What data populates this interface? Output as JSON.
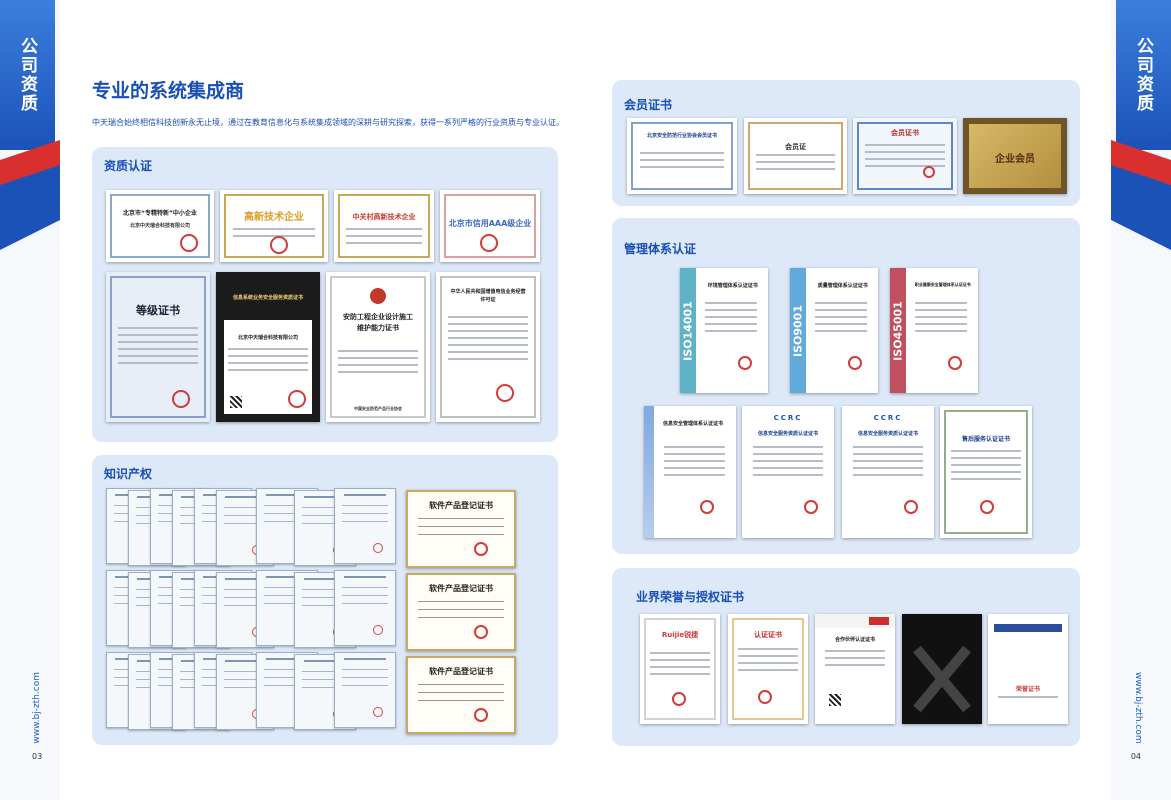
{
  "spine_label": "公司资质",
  "website": "www.bj-zth.com",
  "page_left": "03",
  "page_right": "04",
  "title": "专业的系统集成商",
  "subtitle": "中天瑞合始终相信科技创新永无止境，通过在教育信息化与系统集成领域的深耕与研究探索，获得一系列严格的行业资质与专业认证。",
  "sections": {
    "qualification": "资质认证",
    "ip": "知识产权",
    "member": "会员证书",
    "management": "管理体系认证",
    "honor": "业界荣誉与授权证书"
  },
  "qualification_certs": [
    {
      "text": "北京市“专精特新”中小企业",
      "sub": "北京中天瑞合科技有限公司"
    },
    {
      "text": "高新技术企业",
      "sub": ""
    },
    {
      "text": "中关村高新技术企业",
      "sub": ""
    },
    {
      "text": "北京市信用AAA级企业",
      "sub": ""
    },
    {
      "text": "等级证书",
      "sub": ""
    },
    {
      "text": "信息系统业务安全服务资质证书",
      "sub": "北京中天瑞合科技有限公司"
    },
    {
      "text": "安防工程企业设计施工维护能力证书",
      "sub": "中国安全防范产品行业协会"
    },
    {
      "text": "中华人民共和国增值电信业务经营许可证",
      "sub": ""
    }
  ],
  "software_cert_title": "软件产品登记证书",
  "member_certs": [
    {
      "text": "北京安全防范行业协会会员证书"
    },
    {
      "text": "会员证"
    },
    {
      "text": "会员证书"
    },
    {
      "text": "企业会员"
    }
  ],
  "management_certs": [
    {
      "text": "环境管理体系认证证书",
      "bar": "ISO14001"
    },
    {
      "text": "质量管理体系认证证书",
      "bar": "ISO9001"
    },
    {
      "text": "职业健康安全管理体系认证证书",
      "bar": "ISO45001"
    }
  ],
  "management_certs2": [
    {
      "text": "信息安全管理体系认证证书"
    },
    {
      "text": "信息安全服务资质认证证书"
    },
    {
      "text": "信息安全服务资质认证证书"
    },
    {
      "text": "售后服务认证证书"
    }
  ],
  "honor_certs": [
    {
      "text": "Ruijie锐捷"
    },
    {
      "text": "认证证书"
    },
    {
      "text": "合作伙伴认证证书"
    },
    {
      "text": ""
    },
    {
      "text": "荣誉证书"
    }
  ],
  "colors": {
    "brand_blue": "#1a4fb5",
    "panel_bg": "#dde9f8",
    "accent_red": "#d23b3b"
  }
}
